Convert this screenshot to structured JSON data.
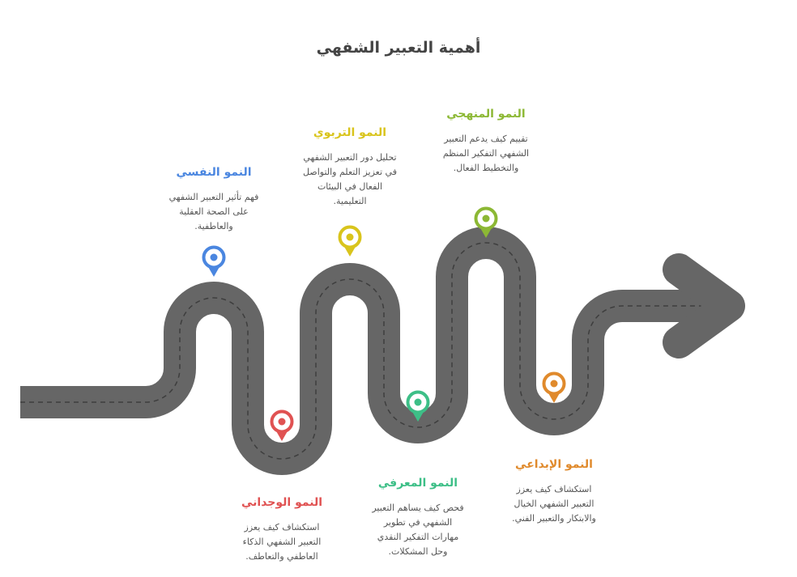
{
  "title": "أهمية التعبير الشفهي",
  "stages": [
    {
      "title": "النمو النفسي",
      "text": "فهم تأثير التعبير الشفهي على الصحة العقلية والعاطفية.",
      "color": "#4a86e0"
    },
    {
      "title": "النمو الوجداني",
      "text": "استكشاف كيف يعزز التعبير الشفهي الذكاء العاطفي والتعاطف.",
      "color": "#e05252"
    },
    {
      "title": "النمو التربوي",
      "text": "تحليل دور التعبير الشفهي في تعزيز التعلم والتواصل الفعال في البيئات التعليمية.",
      "color": "#d9c41c"
    },
    {
      "title": "النمو المعرفي",
      "text": "فحص كيف يساهم التعبير الشفهي في تطوير مهارات التفكير النقدي وحل المشكلات.",
      "color": "#3dbf87"
    },
    {
      "title": "النمو المنهجي",
      "text": "تقييم كيف يدعم التعبير الشفهي التفكير المنظم والتخطيط الفعال.",
      "color": "#8cb834"
    },
    {
      "title": "النمو الإبداعي",
      "text": "استكشاف كيف يعزز التعبير الشفهي الخيال والابتكار والتعبير الفني.",
      "color": "#e08a2c"
    }
  ]
}
